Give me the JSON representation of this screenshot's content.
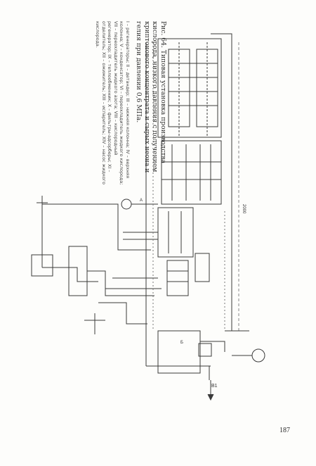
{
  "caption": {
    "title": "Рис. 64. Типовая установка производства кислорода, низкого давления с получением криптонового концентрата и сырых неона и гелия при давлении 0,6 МПа.",
    "legend": "I – регенераторы; II – детандер; III – нижняя колонна; IV – верхняя колонна; V – конденсатор; VI – переохладитель жидкого кислорода; VII – переохладитель жидкого азота; VIII – кислородный регенератор; IX – теплообменник; X – фильтры-адсорберы; XI – отделитель; XII – ожижитель; XIII – испаритель; XIV – насос жидкого кислорода."
  },
  "diagram": {
    "labels": {
      "bottom_label": "В1",
      "dim_label": "2000",
      "mark_a": "А",
      "mark_b": "Б"
    }
  },
  "page": {
    "number": "187"
  }
}
